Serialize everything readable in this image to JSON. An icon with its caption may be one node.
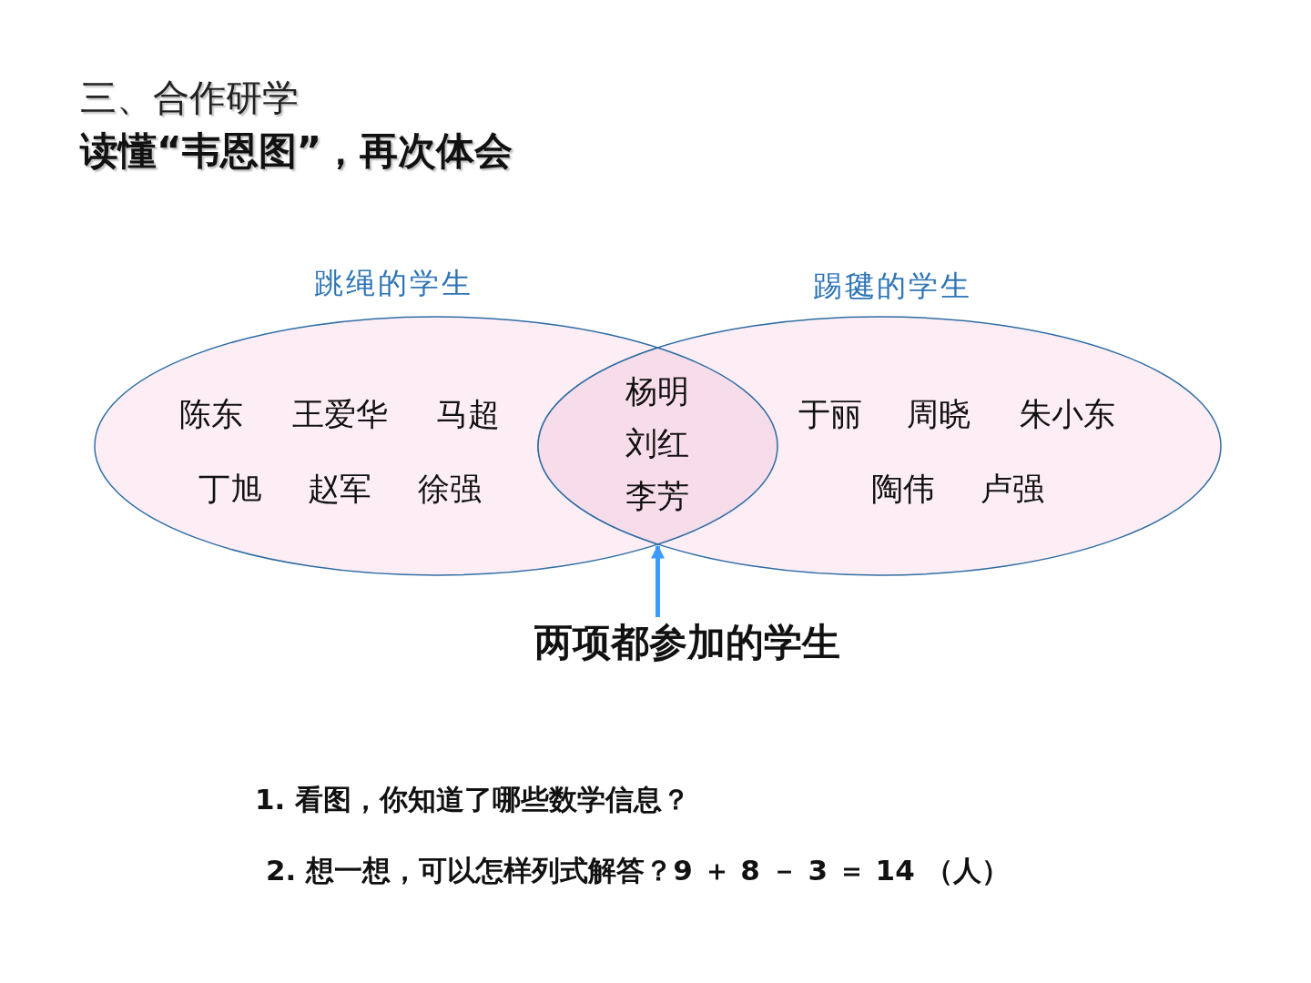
{
  "diagram": {
    "title": "三、合作研学",
    "nodes": [
      {
        "text": [
          "跳绳的学生",
          "陈东",
          "王爱华",
          "马超",
          "丁旭",
          "赵军",
          "徐强"
        ]
      },
      {
        "text": [
          "踢毽的学生",
          "于丽",
          "周晓",
          "朱小东",
          "陶伟",
          "卢强"
        ]
      },
      {
        "text": [
          "杨明",
          "刘红",
          "李芳"
        ]
      },
      {
        "text": [
          "两项都参加的学生"
        ]
      }
    ],
    "edges": [
      {
        "from": 3,
        "to": 2,
        "arrow": "to",
        "color": "#3d9bff"
      }
    ],
    "labels": [
      "读懂“韦恩图”，再次体会",
      "1. 看图，你知道了哪些数学信息？",
      "2. 想一想，可以怎样列式解答？9 ＋ 8 － 3 ＝ 14 （人）"
    ]
  }
}
